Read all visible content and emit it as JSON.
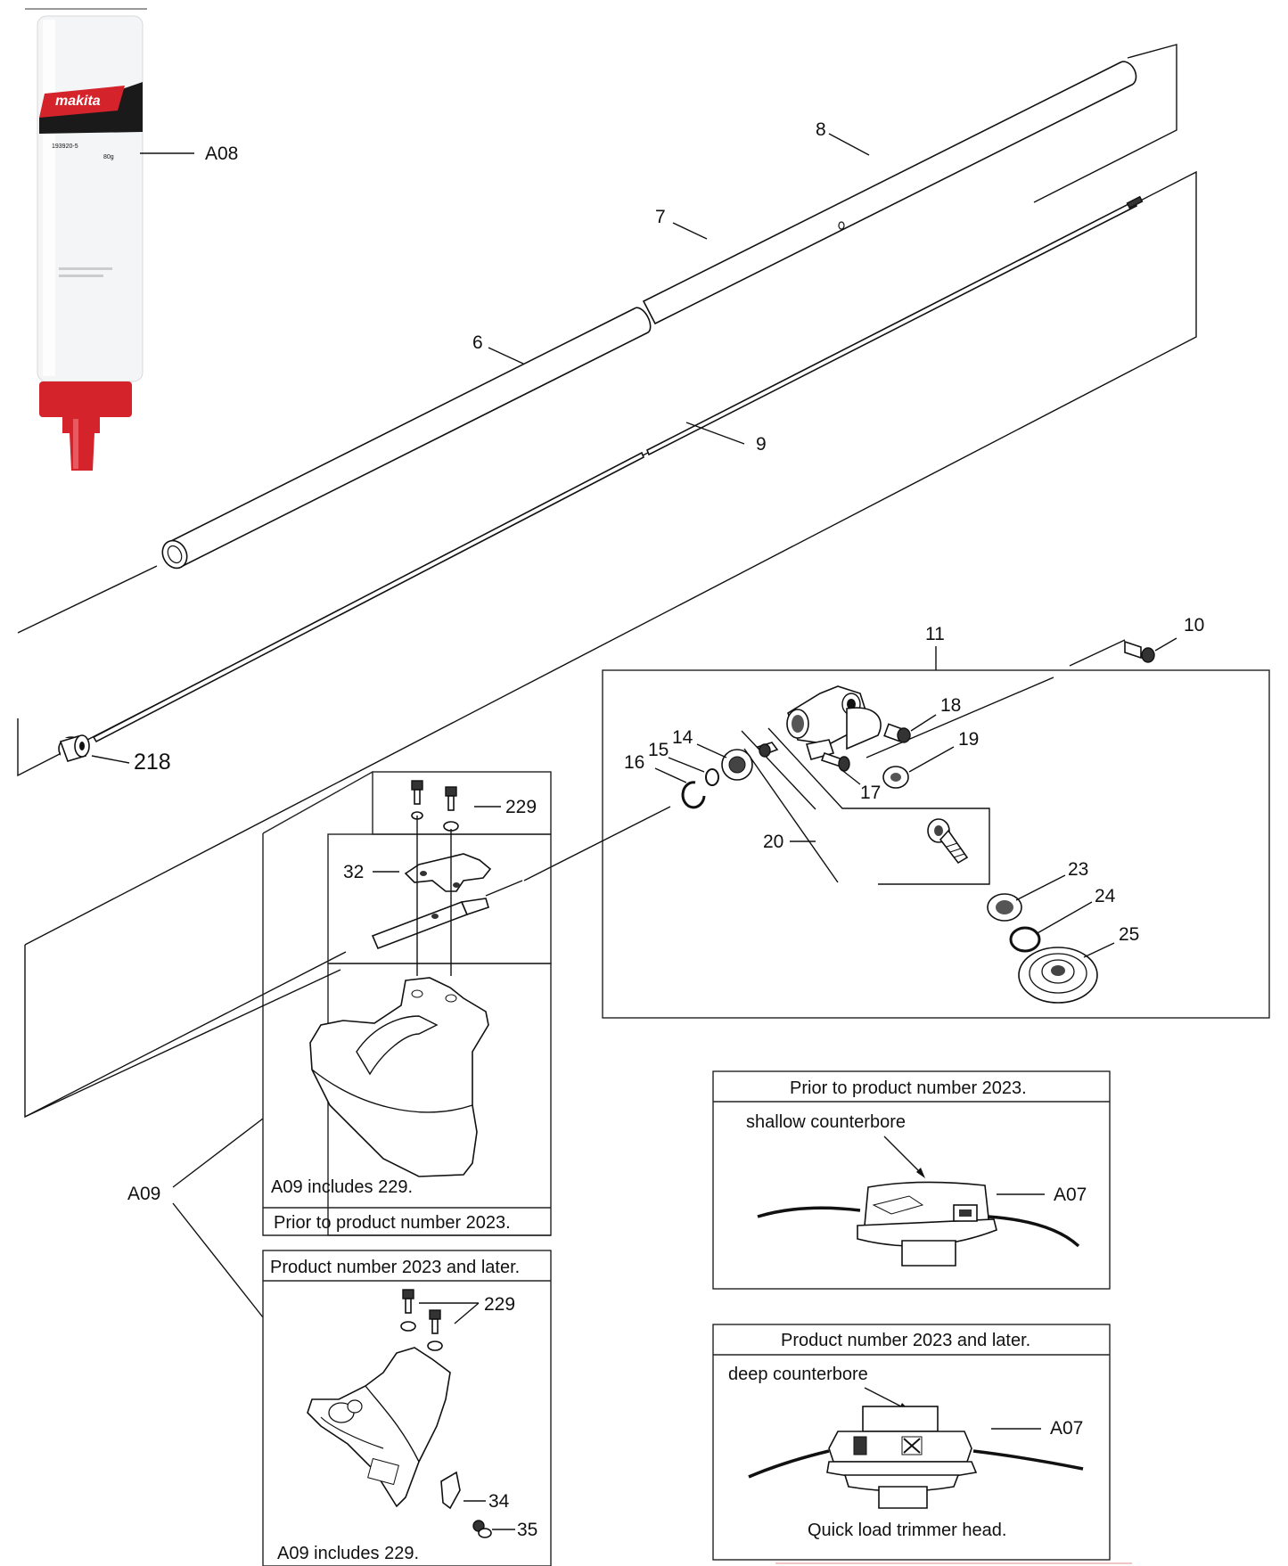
{
  "callouts": {
    "p8": "8",
    "p7": "7",
    "p6": "6",
    "p9": "9",
    "p218": "218",
    "p229_old": "229",
    "p32": "32",
    "p11": "11",
    "p10": "10",
    "p18": "18",
    "p19": "19",
    "p14": "14",
    "p15": "15",
    "p16": "16",
    "p17": "17",
    "p20": "20",
    "p23": "23",
    "p24": "24",
    "p25": "25",
    "p229_new": "229",
    "p34": "34",
    "p35": "35"
  },
  "assemblies": {
    "grease": "A08",
    "guard": "A09",
    "head_old": "A07",
    "head_new": "A07"
  },
  "grease_tube": {
    "brand": "makita",
    "part_no": "193920-5",
    "weight": "80g",
    "brand_color": "#d4232b"
  },
  "guard_old": {
    "header": "Prior to product number 2023.",
    "note": "A09 includes 229."
  },
  "guard_new": {
    "header": "Product number 2023 and later.",
    "note": "A09 includes 229."
  },
  "head_old": {
    "header": "Prior to product number 2023.",
    "label": "shallow counterbore"
  },
  "head_new": {
    "header": "Product number 2023 and later.",
    "label": "deep counterbore",
    "caption": "Quick load trimmer head."
  }
}
